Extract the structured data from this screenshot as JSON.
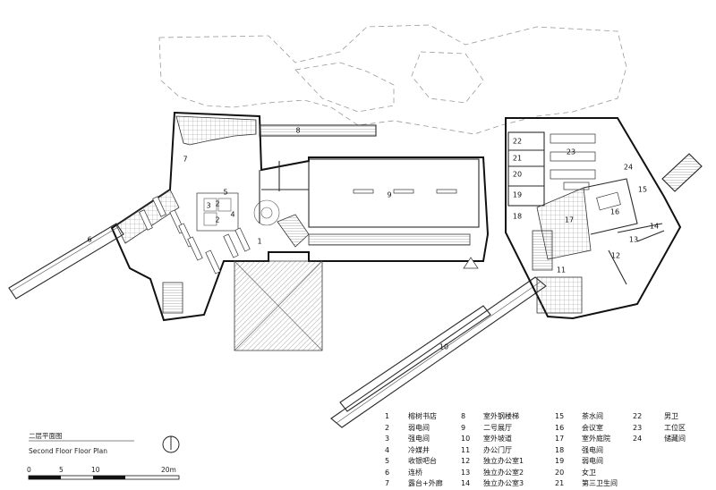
{
  "title": {
    "cn": "二层平面图",
    "en": "Second Floor Floor Plan"
  },
  "scale": {
    "labels": [
      "0",
      "5",
      "10",
      "20m"
    ]
  },
  "room_numbers": [
    "1",
    "2",
    "2",
    "3",
    "4",
    "5",
    "6",
    "7",
    "8",
    "9",
    "10",
    "11",
    "12",
    "13",
    "14",
    "15",
    "16",
    "17",
    "18",
    "19",
    "20",
    "21",
    "22",
    "23",
    "24"
  ],
  "legend": [
    {
      "num": "1",
      "label": "榕树书店"
    },
    {
      "num": "2",
      "label": "弱电间"
    },
    {
      "num": "3",
      "label": "强电间"
    },
    {
      "num": "4",
      "label": "冷媒井"
    },
    {
      "num": "5",
      "label": "收银吧台"
    },
    {
      "num": "6",
      "label": "连桥"
    },
    {
      "num": "7",
      "label": "露台+外廊"
    },
    {
      "num": "8",
      "label": "室外钢楼梯"
    },
    {
      "num": "9",
      "label": "二号展厅"
    },
    {
      "num": "10",
      "label": "室外坡道"
    },
    {
      "num": "11",
      "label": "办公门厅"
    },
    {
      "num": "12",
      "label": "独立办公室1"
    },
    {
      "num": "13",
      "label": "独立办公室2"
    },
    {
      "num": "14",
      "label": "独立办公室3"
    },
    {
      "num": "15",
      "label": "茶水间"
    },
    {
      "num": "16",
      "label": "会议室"
    },
    {
      "num": "17",
      "label": "室外庭院"
    },
    {
      "num": "18",
      "label": "强电间"
    },
    {
      "num": "19",
      "label": "弱电间"
    },
    {
      "num": "20",
      "label": "女卫"
    },
    {
      "num": "21",
      "label": "第三卫生间"
    },
    {
      "num": "22",
      "label": "男卫"
    },
    {
      "num": "23",
      "label": "工位区"
    },
    {
      "num": "24",
      "label": "储藏间"
    }
  ]
}
